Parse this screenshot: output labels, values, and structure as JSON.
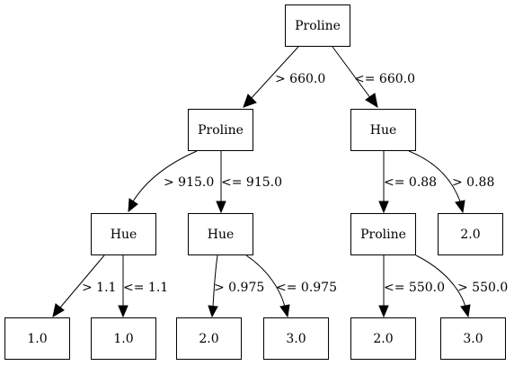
{
  "nodes": {
    "root": "Proline",
    "left": "Proline",
    "right": "Hue",
    "left_left": "Hue",
    "left_right": "Hue",
    "right_left": "Proline",
    "right_right": "2.0",
    "left_left_left": "1.0",
    "left_left_right": "1.0",
    "left_right_left": "2.0",
    "left_right_right": "3.0",
    "right_left_left": "2.0",
    "right_left_right": "3.0"
  },
  "edges": {
    "root_left": "> 660.0",
    "root_right": "<= 660.0",
    "left_left": "> 915.0",
    "left_right": "<= 915.0",
    "right_left": "<= 0.88",
    "right_right": "> 0.88",
    "left_left_left": "> 1.1",
    "left_left_right": "<= 1.1",
    "left_right_left": "> 0.975",
    "left_right_right": "<= 0.975",
    "right_left_left": "<= 550.0",
    "right_left_right": "> 550.0"
  }
}
